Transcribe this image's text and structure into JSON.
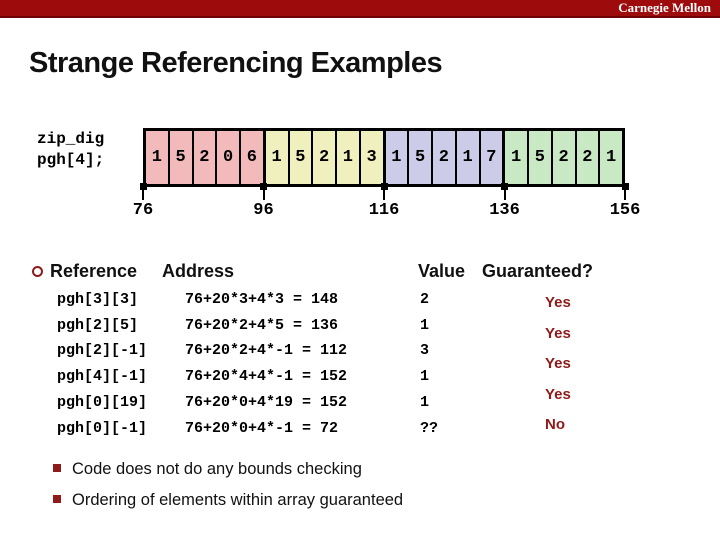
{
  "slide": {
    "brand": "Carnegie Mellon",
    "title": "Strange Referencing Examples",
    "colors": {
      "bar": "#9e0b0c",
      "bar_edge": "#6d0507",
      "accent": "#8f1a1a"
    }
  },
  "declaration": {
    "line1": "zip_dig",
    "line2": "pgh[4];"
  },
  "array_diagram": {
    "groups": [
      {
        "color": "#f2baba",
        "digits": [
          "1",
          "5",
          "2",
          "0",
          "6"
        ]
      },
      {
        "color": "#f0f0be",
        "digits": [
          "1",
          "5",
          "2",
          "1",
          "3"
        ]
      },
      {
        "color": "#cccce8",
        "digits": [
          "1",
          "5",
          "2",
          "1",
          "7"
        ]
      },
      {
        "color": "#c9e9c4",
        "digits": [
          "1",
          "5",
          "2",
          "2",
          "1"
        ]
      }
    ],
    "tick_labels": [
      "76",
      "96",
      "116",
      "136",
      "156"
    ]
  },
  "table": {
    "headers": {
      "reference": "Reference",
      "address": "Address",
      "value": "Value",
      "guaranteed": "Guaranteed?"
    },
    "rows": [
      {
        "reference": "pgh[3][3]",
        "address": "76+20*3+4*3 = 148",
        "value": "2"
      },
      {
        "reference": "pgh[2][5]",
        "address": "76+20*2+4*5 = 136",
        "value": "1"
      },
      {
        "reference": "pgh[2][-1]",
        "address": "76+20*2+4*-1 = 112",
        "value": "3"
      },
      {
        "reference": "pgh[4][-1]",
        "address": "76+20*4+4*-1 = 152",
        "value": "1"
      },
      {
        "reference": "pgh[0][19]",
        "address": "76+20*0+4*19 = 152",
        "value": "1"
      },
      {
        "reference": "pgh[0][-1]",
        "address": "76+20*0+4*-1 = 72",
        "value": "??"
      }
    ],
    "answers": [
      "Yes",
      "Yes",
      "Yes",
      "Yes",
      "No"
    ]
  },
  "bullets": [
    "Code does not do any bounds checking",
    "Ordering of elements within array guaranteed"
  ]
}
